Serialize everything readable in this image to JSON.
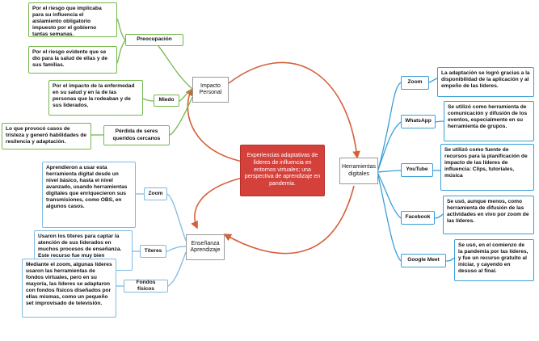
{
  "central": "Experiencias adaptativas de líderes de influencia en entornos virtuales; una perspectiva de aprendizaje en pandemia.",
  "branches": {
    "impacto": "Impacto Personal",
    "herramientas": "Herramientas digitales",
    "ensenanza": "Enseñanza Aprendizaje"
  },
  "impacto": {
    "preocupacion": {
      "label": "Preocupación",
      "desc1": "Por el riesgo que implicaba para su influencia el aislamiento obligatorio impuesto por el gobierno tantas semanas.",
      "desc2": "Por el riesgo evidente que se dio para la salud de ellas y de sus familias."
    },
    "miedo": {
      "label": "Miedo",
      "desc": "Por el impacto de la enfermedad en su salud y en la de las personas que la rodeaban y de sus liderados."
    },
    "perdida": {
      "label": "Pérdida de seres queridos cercanos",
      "desc": "Lo que provocó casos de tristeza y generó habilidades de resilencia y adaptación."
    }
  },
  "ensenanza": {
    "zoom": {
      "label": "Zoom",
      "desc": "Aprendieron a usar esta herramienta digital desde un nivel básico, hasta el nivel avanzado, usando herramientas digitales que enriquecieron sus transmisiones, como OBS, en algunos casos."
    },
    "titeres": {
      "label": "Títeres",
      "desc": "Usaron los títeres para captar la atención de sus liderados en muchos procesos de enseñanza. Este recurso fue muy bien aceptado por sus liderados."
    },
    "fondos": {
      "label": "Fondos físicos",
      "desc": "Mediante el zoom, algunas líderes usaron las herramientas de fondos virtuales, pero en su mayoría, las líderes se adaptaron con fondos físicos diseñados por ellas mismas, como un pequeño set improvisado de televisión."
    }
  },
  "herramientas": {
    "zoom": {
      "label": "Zoom",
      "desc": "La adaptación se logró gracias a la disponibilidad de la aplicación y al empeño de las líderes."
    },
    "whatsapp": {
      "label": "WhatsApp",
      "desc": "Se utilizó como herramienta de comunicación y difusión de los eventos, especialmente en su herramienta de grupos."
    },
    "youtube": {
      "label": "YouTube",
      "desc": "Se utilizó como fuente de recursos para la planificación de impacto de las líderes de influencia: Clips, tutoriales, música"
    },
    "facebook": {
      "label": "Facebook",
      "desc": "Se usó, aunque menos, como herramienta de difusión de las actividades en vivo por zoom de las líderes."
    },
    "meet": {
      "label": "Google Meet",
      "desc": "Se usó, en el comienzo de la pandemia por las líderes, y fue un recurso gratuito al iniciar, y cayendo en desuso al final."
    }
  },
  "colors": {
    "green": "#74b84d",
    "blue": "#3a9fd8",
    "lightblue": "#7fb9e0",
    "central": "#d4403a",
    "curve": "#d4603a"
  }
}
